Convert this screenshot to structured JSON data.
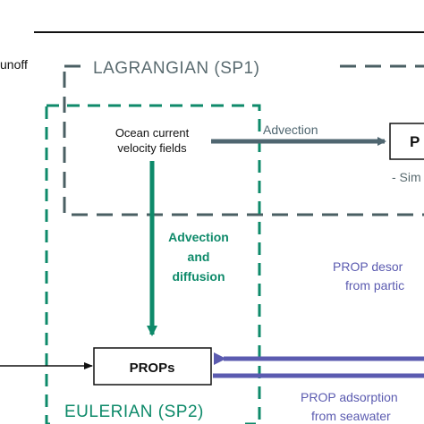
{
  "labels": {
    "runoff": "unoff",
    "lagrangian": "LAGRANGIAN (SP1)",
    "eulerian": "EULERIAN (SP2)",
    "ocean_current_line1": "Ocean current",
    "ocean_current_line2": "velocity fields",
    "advection": "Advection",
    "advection_diffusion_line1": "Advection",
    "advection_diffusion_line2": "and",
    "advection_diffusion_line3": "diffusion",
    "props": "PROPs",
    "p_box": "P",
    "sim": "- Sim",
    "desorption_line1": "PROP desor",
    "desorption_line2": "from partic",
    "adsorption_line1": "PROP adsorption",
    "adsorption_line2": "from seawater"
  },
  "colors": {
    "lagrangian_dash": "#4a5f63",
    "eulerian_dash": "#0e8a6a",
    "advection_arrow": "#4f6670",
    "eulerian_arrow": "#0e8a6a",
    "purple": "#5b5bb0",
    "dark_text": "#5a6b70",
    "black": "#111111"
  }
}
